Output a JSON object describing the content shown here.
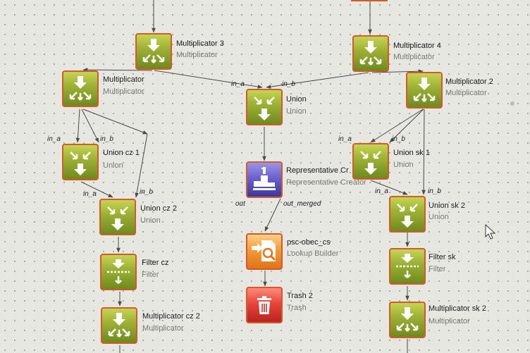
{
  "nodes": {
    "multiplicator3": {
      "name": "Multiplicator 3",
      "type": "Multiplicator"
    },
    "multiplicator4": {
      "name": "Multiplicator 4",
      "type": "Multiplicator"
    },
    "multiplicator": {
      "name": "Multiplicator",
      "type": "Multiplicator"
    },
    "multiplicator2": {
      "name": "Multiplicator 2",
      "type": "Multiplicator"
    },
    "union": {
      "name": "Union",
      "type": "Union"
    },
    "union_cz1": {
      "name": "Union cz 1",
      "type": "Union"
    },
    "union_cz2": {
      "name": "Union cz 2",
      "type": "Union"
    },
    "union_sk1": {
      "name": "Union sk 1",
      "type": "Union"
    },
    "union_sk2": {
      "name": "Union sk 2",
      "type": "Union"
    },
    "representative": {
      "name": "Representative Cr",
      "type": "Representative Creator"
    },
    "lookup": {
      "name": "psc-obec_cs",
      "type": "Lookup Builder"
    },
    "trash2": {
      "name": "Trash 2",
      "type": "Trash"
    },
    "filter_cz": {
      "name": "Filter cz",
      "type": "Filter"
    },
    "filter_sk": {
      "name": "Filter sk",
      "type": "Filter"
    },
    "multiplicator_cz2": {
      "name": "Multiplicator cz 2",
      "type": "Multiplicator"
    },
    "multiplicator_sk2": {
      "name": "Multiplicator sk 2",
      "type": "Multiplicator"
    }
  },
  "ports": {
    "in_a": "in_a",
    "in_b": "in_b",
    "out": "out",
    "out_merged": "out_merged"
  },
  "colors": {
    "wire": "#4a4a4a",
    "node_border": "#d45a2a",
    "canvas": "#e6e7e1"
  },
  "icons": {
    "multiplicator": "split-arrows-icon",
    "union": "merge-arrows-icon",
    "filter": "filter-icon",
    "representative": "podium-icon",
    "lookup": "lookup-icon",
    "trash": "trash-icon",
    "cursor": "mouse-cursor-icon"
  }
}
